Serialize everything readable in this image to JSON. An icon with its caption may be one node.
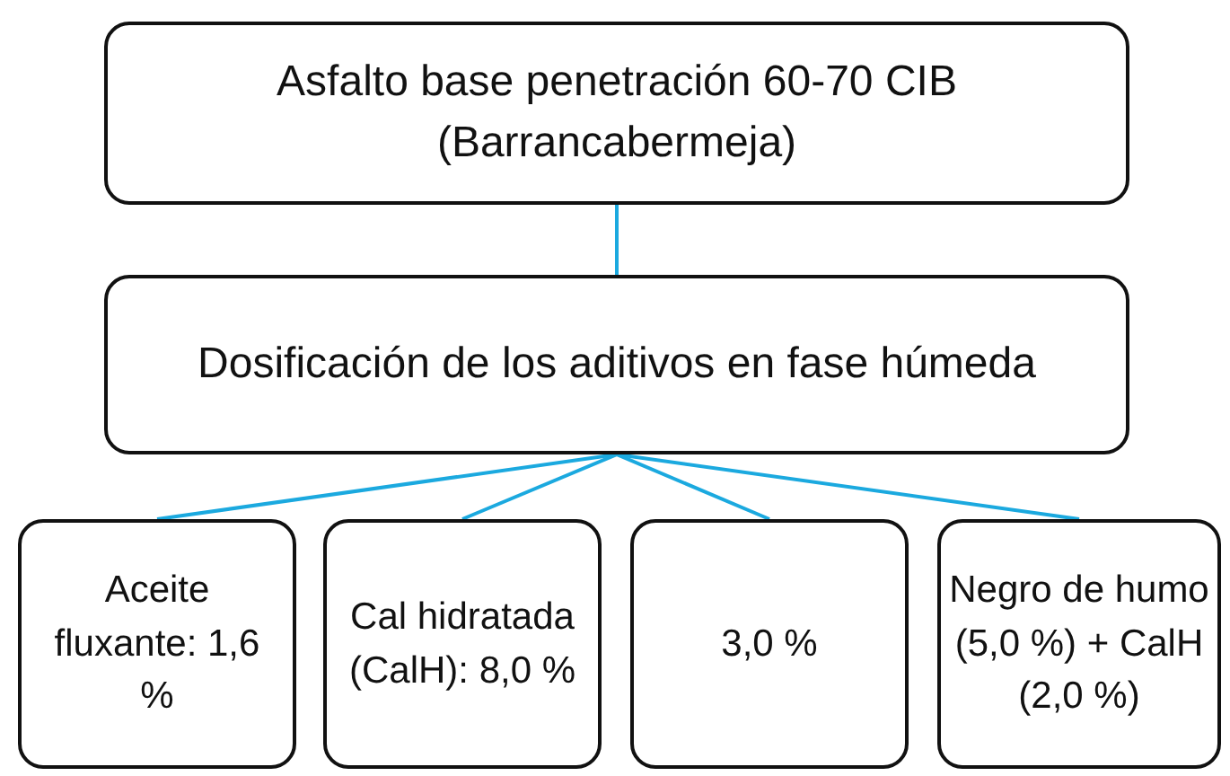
{
  "diagram": {
    "nodes": [
      {
        "text": [
          "Asfalto base penetración 60-70 CIB (Barrancabermeja)"
        ]
      },
      {
        "text": [
          "Dosificación de los aditivos en fase húmeda"
        ]
      },
      {
        "text": [
          "Aceite fluxante: 1,6 %"
        ]
      },
      {
        "text": [
          "Cal hidratada (CalH): 8,0 %"
        ]
      },
      {
        "text": [
          "3,0 %"
        ]
      },
      {
        "text": [
          "Negro de humo (5,0 %) + CalH (2,0 %)"
        ]
      }
    ],
    "edges": [
      {
        "from": 0,
        "to": 1,
        "arrow": "none"
      },
      {
        "from": 1,
        "to": 2,
        "arrow": "none"
      },
      {
        "from": 1,
        "to": 3,
        "arrow": "none"
      },
      {
        "from": 1,
        "to": 4,
        "arrow": "none"
      },
      {
        "from": 1,
        "to": 5,
        "arrow": "none"
      }
    ]
  }
}
